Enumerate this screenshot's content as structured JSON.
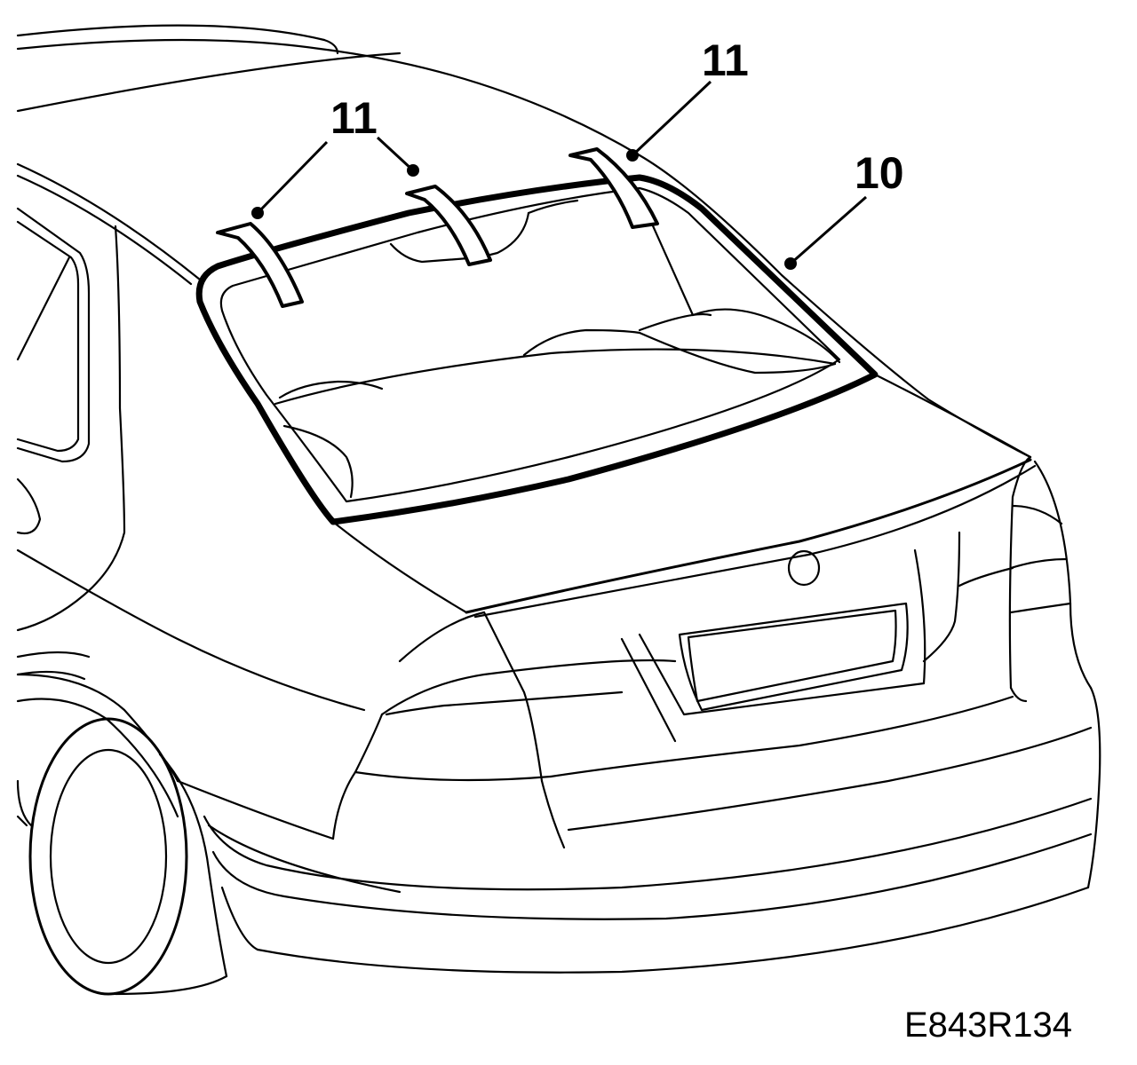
{
  "diagram": {
    "callouts": [
      {
        "id": "callout-11-left",
        "label": "11"
      },
      {
        "id": "callout-11-right",
        "label": "11"
      },
      {
        "id": "callout-10",
        "label": "10"
      }
    ],
    "figure_code": "E843R134"
  }
}
